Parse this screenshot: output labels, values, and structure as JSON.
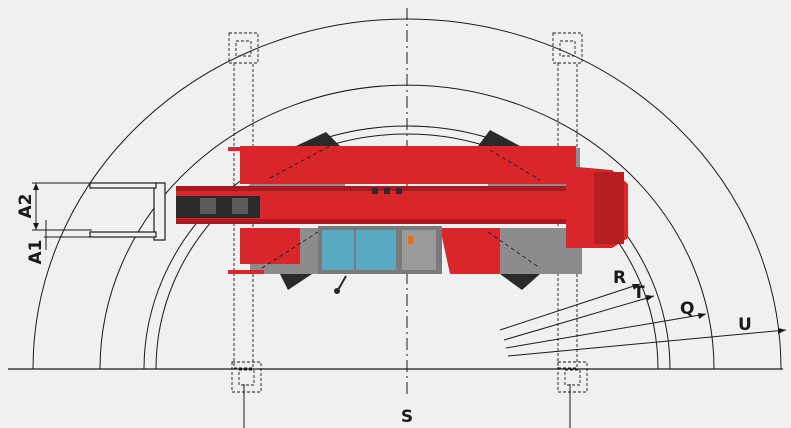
{
  "diagram": {
    "labels": {
      "a2": "A2",
      "a1": "A1",
      "r": "R",
      "t": "T",
      "q": "Q",
      "u": "U",
      "s": "S"
    },
    "colors": {
      "background": "#f0f0f0",
      "lines": "#1a1a1a",
      "machine_red": "#d9262a",
      "machine_dark_red": "#a81a1e",
      "machine_grey": "#8c8c8c",
      "cab_glass": "#5aa9c2"
    }
  }
}
